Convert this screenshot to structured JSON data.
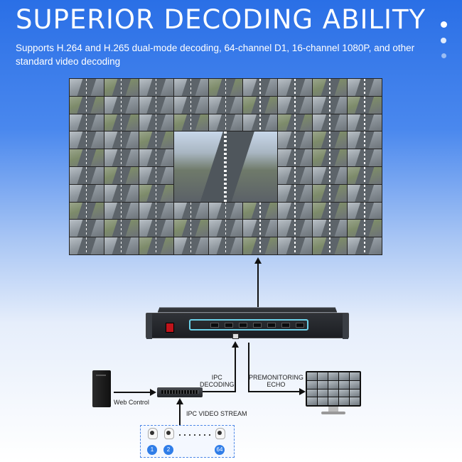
{
  "header": {
    "title": "SUPERIOR DECODING ABILITY",
    "subtitle": "Supports H.264 and H.265 dual-mode decoding, 64-channel D1, 16-channel 1080P, and other standard video decoding"
  },
  "diagram": {
    "labels": {
      "ipc_decoding": "IPC\nDECODING",
      "premonitoring_echo": "PREMONITORING\nECHO",
      "web_control": "Web Control",
      "ipc_video_stream": "IPC VIDEO STREAM",
      "ellipsis": "·······"
    },
    "cameras": [
      "1",
      "2",
      "64"
    ]
  },
  "colors": {
    "accent": "#2f7de8",
    "port_highlight": "#6ad0e8",
    "power_switch": "#c0141b"
  }
}
